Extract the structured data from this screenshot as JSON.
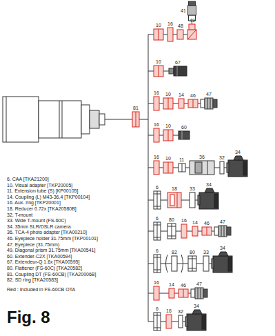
{
  "diagram": {
    "caption": "Fig. 8",
    "labels": [
      "81",
      "10",
      "16",
      "48",
      "49",
      "41",
      "10",
      "67",
      "16",
      "10",
      "14",
      "46",
      "47",
      "16",
      "10",
      "60",
      "16",
      "10",
      "11",
      "36",
      "32",
      "34",
      "6",
      "18",
      "33",
      "34",
      "6",
      "80",
      "16",
      "14",
      "46",
      "47",
      "6",
      "82",
      "80",
      "33",
      "34",
      "16",
      "14",
      "46",
      "47",
      "6",
      "16",
      "32",
      "34",
      "6. CAA [TKA21200]",
      "10. Visual adapter [TKP20005]",
      "11. Extension tube (S) [KP00105]",
      "14. Coupling (L) M43-36,4 [TKP00104]",
      "16. Aux. ring [TKP20001]",
      "18. Reducer 0.72x [TKA20580B]",
      "32. T-mount",
      "33. Wide T-mount (FS-60C)",
      "34. 35mm SLR/DSLR camera",
      "36. TCA-4 photo adapter [TKA00210]",
      "46. Eyepiece holder 31.75mm [TKP00101]",
      "47. Eyepiece (31.75mm)",
      "49. Diagonal prism 31.75mm [TKA00541]",
      "60. Extender-C2X [TKA00594]",
      "67. Extendeur-Q 1.6x [TKA00595]",
      "80. Flattener (FS-60C) [TKA20582]",
      "81. Coupling DT (FS-60CB) [TKA20006B]",
      "82. SD ring [TKA20583]",
      "Red : Included in FS-60CB OTA"
    ]
  }
}
